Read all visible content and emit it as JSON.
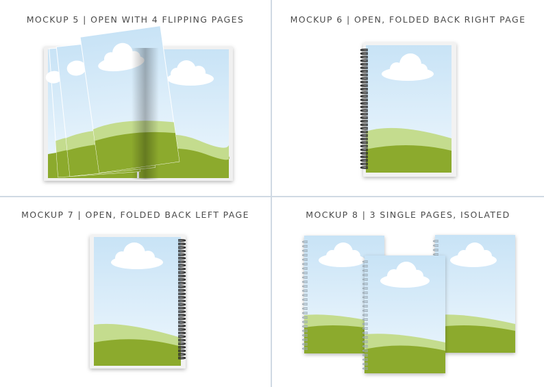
{
  "mockups": [
    {
      "title": "MOCKUP 5 | OPEN WITH 4 FLIPPING PAGES"
    },
    {
      "title": "MOCKUP 6 | OPEN, FOLDED BACK RIGHT PAGE"
    },
    {
      "title": "MOCKUP 7 | OPEN, FOLDED BACK LEFT PAGE"
    },
    {
      "title": "MOCKUP 8 | 3 SINGLE PAGES, ISOLATED"
    }
  ],
  "colors": {
    "divider": "#cfd9e3",
    "sky_top": "#cde6f7",
    "sky_bottom": "#eaf5fc",
    "hill_light": "#c4dc8e",
    "hill_dark": "#8caa2d",
    "cloud": "#ffffff",
    "spiral": "#2d2d2d"
  },
  "icons": [
    "cloud-icon",
    "hill-icon",
    "spiral-binding-icon"
  ]
}
